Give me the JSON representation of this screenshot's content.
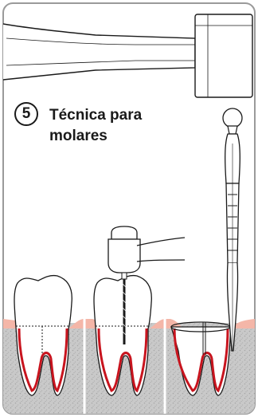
{
  "step": {
    "number": "5"
  },
  "title": {
    "line1": "Técnica para",
    "line2": "molares"
  },
  "colors": {
    "border": "#9a9a9a",
    "gum": "#f4b6a8",
    "bone": "#c8c8c8",
    "root_outline": "#c8141e",
    "line": "#1a1a1a",
    "background": "#ffffff"
  },
  "icons": [
    "mallet-icon",
    "handpiece-drill-icon",
    "molar-tooth-icon",
    "osteotome-icon"
  ]
}
